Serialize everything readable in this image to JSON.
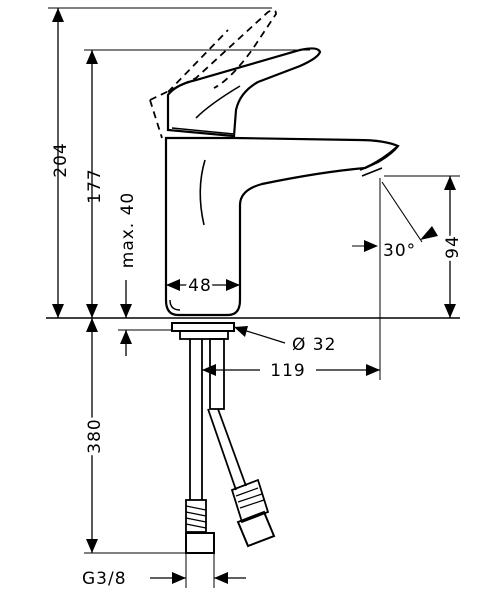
{
  "dimensions": {
    "total_height": "204",
    "spout_height": "177",
    "lever_clearance": "max. 40",
    "body_width": "48",
    "hole_diameter": "Ø 32",
    "spout_reach": "119",
    "outlet_height": "94",
    "outlet_angle": "30°",
    "hose_length": "380",
    "thread": "G3/8"
  }
}
